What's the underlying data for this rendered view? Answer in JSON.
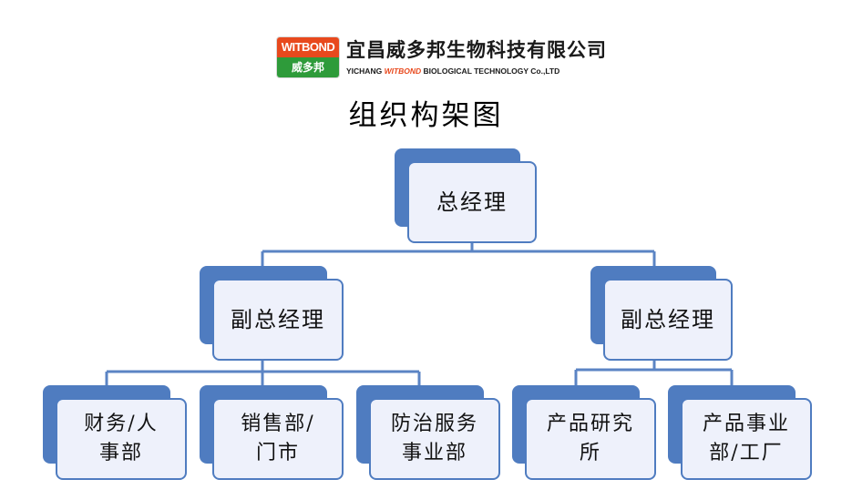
{
  "header": {
    "logo": {
      "top_text": "WITBOND",
      "bottom_text": "威多邦"
    },
    "company_name_cn": "宜昌威多邦生物科技有限公司",
    "company_name_en_prefix": "YICHANG ",
    "company_name_en_brand": "WITBOND",
    "company_name_en_suffix": " BIOLOGICAL TECHNOLOGY Co.,LTD"
  },
  "diagram": {
    "title": "组织构架图",
    "colors": {
      "node_dark": "#4f7cc0",
      "node_light": "#eef1fb",
      "connector": "#5b84c4"
    },
    "nodes": {
      "root": {
        "label": "总经理"
      },
      "left_vp": {
        "label": "副总经理"
      },
      "right_vp": {
        "label": "副总经理"
      },
      "finance_hr": {
        "line1": "财务/人",
        "line2": "事部"
      },
      "sales": {
        "line1": "销售部/",
        "line2": "门市"
      },
      "pest_control": {
        "line1": "防治服务",
        "line2": "事业部"
      },
      "rnd": {
        "line1": "产品研究",
        "line2": "所"
      },
      "production": {
        "line1": "产品事业",
        "line2": "部/工厂"
      }
    }
  }
}
